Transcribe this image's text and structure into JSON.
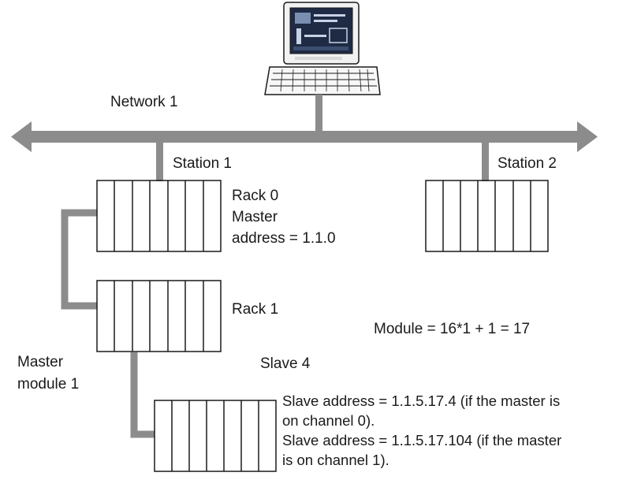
{
  "network": {
    "label": "Network 1"
  },
  "stations": [
    {
      "label": "Station 1"
    },
    {
      "label": "Station 2"
    }
  ],
  "rack0": {
    "line1": "Rack 0",
    "line2": "Master",
    "line3": "address = 1.1.0"
  },
  "rack1": {
    "label": "Rack 1"
  },
  "module_formula": "Module = 16*1 + 1 = 17",
  "master_module": {
    "line1": "Master",
    "line2": "module  1"
  },
  "slave": {
    "label": "Slave 4"
  },
  "slave_note": [
    "Slave address = 1.1.5.17.4 (if the master is",
    "on channel 0).",
    "Slave address = 1.1.5.17.104 (if the master",
    "is on channel 1)."
  ],
  "colors": {
    "connector": "#8c8c8c",
    "outline": "#1a1a1a",
    "text": "#1a1a1a",
    "screen": "#1f2a44"
  }
}
